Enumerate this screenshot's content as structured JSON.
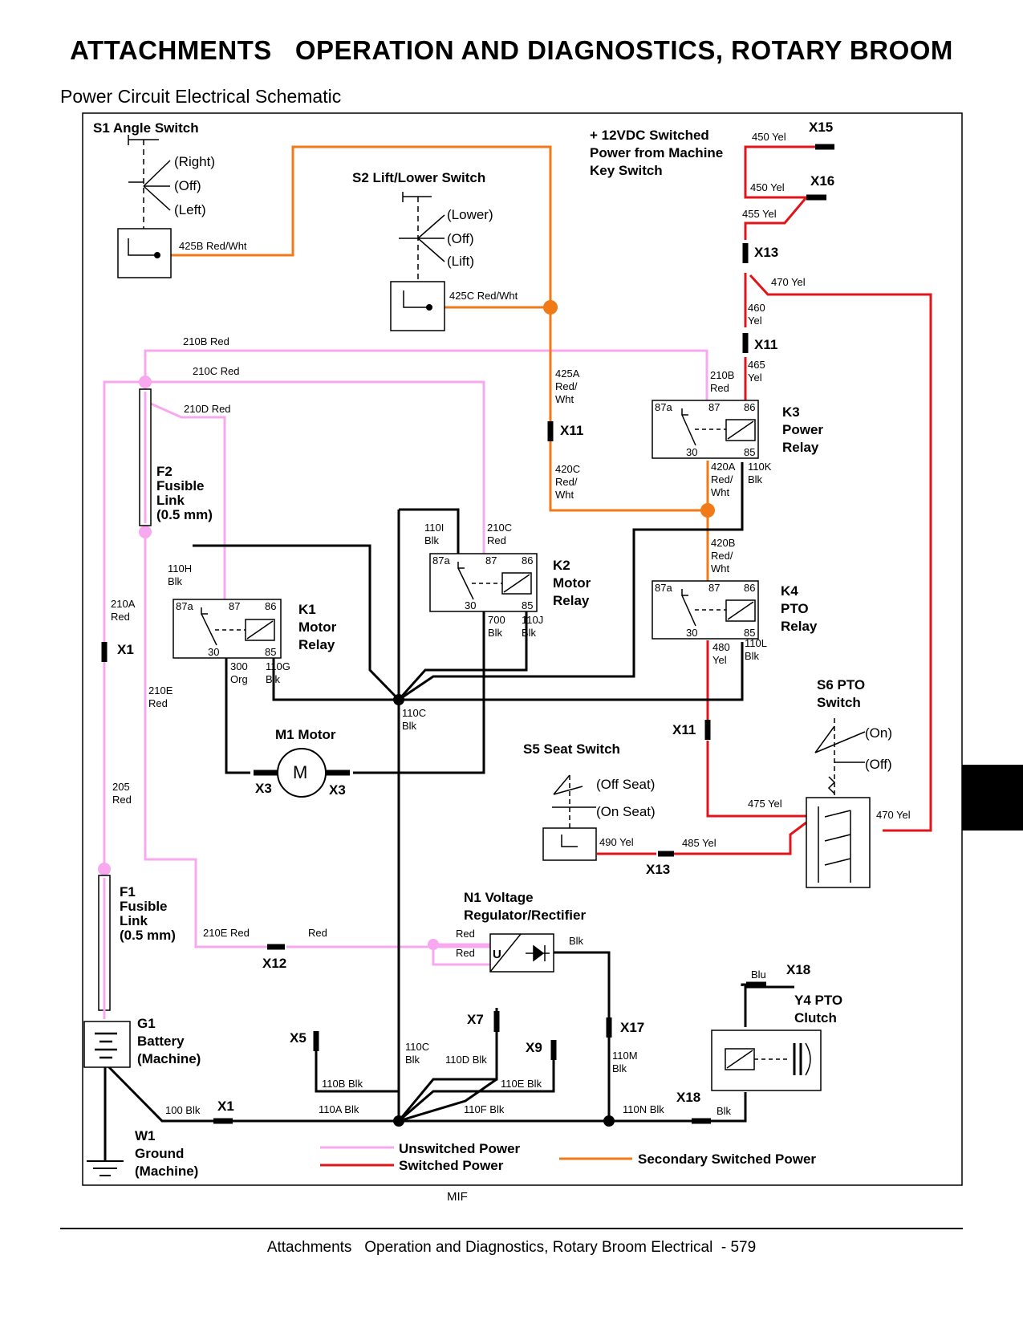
{
  "header": {
    "title": "ATTACHMENTS   OPERATION AND DIAGNOSTICS, ROTARY BROOM",
    "subtitle": "Power Circuit Electrical Schematic"
  },
  "components": {
    "s1": "S1 Angle Switch",
    "s1_right": "(Right)",
    "s1_off": "(Off)",
    "s1_left": "(Left)",
    "s2": "S2 Lift/Lower Switch",
    "s2_lower": "(Lower)",
    "s2_off": "(Off)",
    "s2_lift": "(Lift)",
    "power_src_1": "+ 12VDC Switched",
    "power_src_2": "Power from Machine",
    "power_src_3": "Key Switch",
    "k3_1": "K3",
    "k3_2": "Power",
    "k3_3": "Relay",
    "k2_1": "K2",
    "k2_2": "Motor",
    "k2_3": "Relay",
    "k1_1": "K1",
    "k1_2": "Motor",
    "k1_3": "Relay",
    "k4_1": "K4",
    "k4_2": "PTO",
    "k4_3": "Relay",
    "f2_1": "F2",
    "f2_2": "Fusible",
    "f2_3": "Link",
    "f2_4": "(0.5 mm)",
    "f1_1": "F1",
    "f1_2": "Fusible",
    "f1_3": "Link",
    "f1_4": "(0.5 mm)",
    "m1": "M1 Motor",
    "m1_symbol": "M",
    "s5": "S5 Seat Switch",
    "s5_off": "(Off Seat)",
    "s5_on": "(On Seat)",
    "s6_1": "S6 PTO",
    "s6_2": "Switch",
    "s6_on": "(On)",
    "s6_off": "(Off)",
    "n1_1": "N1 Voltage",
    "n1_2": "Regulator/Rectifier",
    "n1_u": "U",
    "g1_1": "G1",
    "g1_2": "Battery",
    "g1_3": "(Machine)",
    "w1_1": "W1",
    "w1_2": "Ground",
    "w1_3": "(Machine)",
    "y4_1": "Y4 PTO",
    "y4_2": "Clutch"
  },
  "connectors": {
    "x15": "X15",
    "x16": "X16",
    "x13_top": "X13",
    "x11_k3": "X11",
    "x11_mid": "X11",
    "x11_k4": "X11",
    "x1_left": "X1",
    "x3_left": "X3",
    "x3_right": "X3",
    "x13_seat": "X13",
    "x12": "X12",
    "x5": "X5",
    "x7": "X7",
    "x9": "X9",
    "x17": "X17",
    "x18_top": "X18",
    "x18_bot": "X18",
    "x1_bot": "X1"
  },
  "relay_terminals": {
    "t87a": "87a",
    "t87": "87",
    "t86": "86",
    "t30": "30",
    "t85": "85"
  },
  "wires": {
    "w425b": "425B Red/Wht",
    "w425c": "425C Red/Wht",
    "w450_1": "450 Yel",
    "w450_2": "450 Yel",
    "w455": "455 Yel",
    "w470_top": "470 Yel",
    "w460a": "460",
    "w460b": "Yel",
    "w465a": "465",
    "w465b": "Yel",
    "w210b_top": "210B Red",
    "w210c_top": "210C Red",
    "w210d": "210D Red",
    "w425a_1": "425A",
    "w425a_2": "Red/",
    "w425a_3": "Wht",
    "w420c_1": "420C",
    "w420c_2": "Red/",
    "w420c_3": "Wht",
    "w210b_k3_1": "210B",
    "w210b_k3_2": "Red",
    "w420a_1": "420A",
    "w420a_2": "Red/",
    "w420a_3": "Wht",
    "w110k_1": "110K",
    "w110k_2": "Blk",
    "w420b_1": "420B",
    "w420b_2": "Red/",
    "w420b_3": "Wht",
    "w110i_1": "110I",
    "w110i_2": "Blk",
    "w210c_k2_1": "210C",
    "w210c_k2_2": "Red",
    "w700_1": "700",
    "w700_2": "Blk",
    "w110j_1": "110J",
    "w110j_2": "Blk",
    "w110h_1": "110H",
    "w110h_2": "Blk",
    "w210a_1": "210A",
    "w210a_2": "Red",
    "w300_1": "300",
    "w300_2": "Org",
    "w110g_1": "110G",
    "w110g_2": "Blk",
    "w480_1": "480",
    "w480_2": "Yel",
    "w110l_1": "110L",
    "w110l_2": "Blk",
    "w210e_1": "210E",
    "w210e_2": "Red",
    "w110c_mid_1": "110C",
    "w110c_mid_2": "Blk",
    "w205_1": "205",
    "w205_2": "Red",
    "w475": "475 Yel",
    "w470_bot": "470 Yel",
    "w490": "490 Yel",
    "w485": "485 Yel",
    "w210e_bot": "210E Red",
    "w_red": "Red",
    "w_red_n1a": "Red",
    "w_red_n1b": "Red",
    "w_blk_n1": "Blk",
    "w_blu": "Blu",
    "w110c_bot_1": "110C",
    "w110c_bot_2": "Blk",
    "w110d": "110D Blk",
    "w110m_1": "110M",
    "w110m_2": "Blk",
    "w110b": "110B Blk",
    "w110e": "110E Blk",
    "w100": "100 Blk",
    "w110a": "110A Blk",
    "w110f": "110F Blk",
    "w110n": "110N Blk",
    "w_blk_y4": "Blk"
  },
  "legend": {
    "unswitched": "Unswitched Power",
    "switched": "Switched Power",
    "secondary": "Secondary Switched Power",
    "colors": {
      "unswitched": "#f7a8ee",
      "switched": "#e0141a",
      "secondary": "#f07a18",
      "ground": "#000000"
    }
  },
  "mif": "MIF",
  "footer": "Attachments   Operation and Diagnostics, Rotary Broom Electrical  - 579"
}
